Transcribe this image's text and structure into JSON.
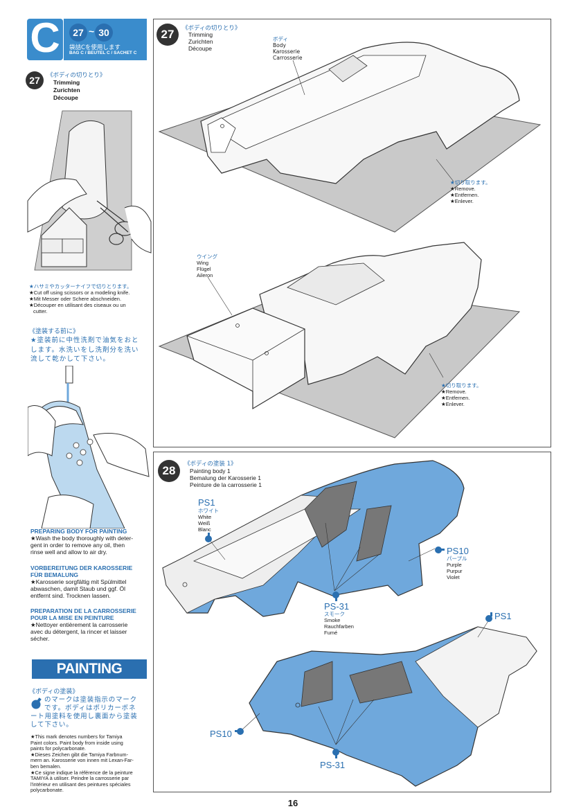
{
  "bag": {
    "letter": "C",
    "range_start": "27",
    "range_sep": "~",
    "range_end": "30",
    "use_jp": "袋詰Cを使用します",
    "bag_label": "BAG C / BEUTEL C / SACHET C"
  },
  "step27_left": {
    "num": "27",
    "title_jp": "《ボディの切りとり》",
    "title_en": "Trimming",
    "title_de": "Zurichten",
    "title_fr": "Découpe",
    "note_jp": "★ハサミやカッターナイフで切りとります。",
    "note_en": "★Cut off using scissors or a modeling knife.",
    "note_de": "★Mit Messer oder Schere abschneiden.",
    "note_fr_1": "★Découper en utilisant des ciseaux ou un",
    "note_fr_2": "cutter."
  },
  "before_paint": {
    "title_jp": "《塗装する前に》",
    "line1": "★塗装前に中性洗剤で油気をおと",
    "line2": "します。水洗いをし洗剤分を洗い",
    "line3": "流して乾かして下さい。"
  },
  "prep_en": {
    "title": "PREPARING BODY FOR PAINTING",
    "l1": "★Wash the body thoroughly with deter-",
    "l2": "gent in order to remove any oil, then",
    "l3": "rinse well and allow to air dry."
  },
  "prep_de": {
    "title1": "VORBEREITUNG DER KAROSSERIE",
    "title2": "FÜR BEMALUNG",
    "l1": "★Karosserie sorgfältig mit Spülmittel",
    "l2": "abwaschen, damit Staub und ggf. Öl",
    "l3": "entfernt sind. Trocknen lassen."
  },
  "prep_fr": {
    "title1": "PREPARATION DE LA CARROSSERIE",
    "title2": "POUR LA MISE EN PEINTURE",
    "l1": "★Nettoyer entièrement la carrosserie",
    "l2": "avec du détergent, la rincer et laisser",
    "l3": "sécher."
  },
  "painting": {
    "banner": "PAINTING",
    "title_jp": "《ボディの塗装》",
    "jp1": "のマークは塗装指示のマーク",
    "jp2": "です。ボディはポリカーボネ",
    "jp3": "ート用塗料を使用し裏面から塗装",
    "jp4": "して下さい。",
    "en1": "★This mark denotes numbers for Tamiya",
    "en2": "Paint colors. Paint body from inside using",
    "en3": "paints for polycarbonate.",
    "de1": "★Dieses Zeichen gibt die Tamiya Farbnum-",
    "de2": "mern an. Karosserie von innen mit Lexan-Far-",
    "de3": "ben bemalen.",
    "fr1": "★Ce signe indique la référence de la peinture",
    "fr2": "TAMIYA à utiliser. Peindre la carrosserie par",
    "fr3": "l'intérieur en utilisant des peintures spéciales",
    "fr4": "polycarbonate."
  },
  "step27_right": {
    "num": "27",
    "title_jp": "《ボディの切りとり》",
    "title_en": "Trimming",
    "title_de": "Zurichten",
    "title_fr": "Découpe",
    "body_jp": "ボディ",
    "body_en": "Body",
    "body_de": "Karosserie",
    "body_fr": "Carrosserie",
    "remove1_jp": "★切り取ります。",
    "remove1_en": "★Remove.",
    "remove1_de": "★Entfernen.",
    "remove1_fr": "★Enlever.",
    "wing_jp": "ウイング",
    "wing_en": "Wing",
    "wing_de": "Flügel",
    "wing_fr": "Aileron",
    "remove2_jp": "★切り取ります。",
    "remove2_en": "★Remove.",
    "remove2_de": "★Entfernen.",
    "remove2_fr": "★Enlever."
  },
  "step28": {
    "num": "28",
    "title_jp": "《ボディの塗装 1》",
    "title_en": "Painting body 1",
    "title_de": "Bemalung der Karosserie 1",
    "title_fr": "Peinture de la carrosserie 1",
    "ps1_code": "PS1",
    "ps1_jp": "ホワイト",
    "ps1_en": "White",
    "ps1_de": "Weiß",
    "ps1_fr": "Blanc",
    "ps10_code": "PS10",
    "ps10_jp": "パープル",
    "ps10_en": "Purple",
    "ps10_de": "Purpur",
    "ps10_fr": "Violet",
    "ps31_code": "PS-31",
    "ps31_jp": "スモーク",
    "ps31_en": "Smoke",
    "ps31_de": "Rauchfarben",
    "ps31_fr": "Fumé",
    "ps1_b": "PS1",
    "ps10_b": "PS10",
    "ps31_b": "PS-31"
  },
  "page_number": "16",
  "colors": {
    "accent_blue": "#2a6fb0",
    "bag_blue": "#3a8ccc",
    "paint_blue": "#6fa8dc",
    "tray_gray": "#c9c9c9"
  }
}
